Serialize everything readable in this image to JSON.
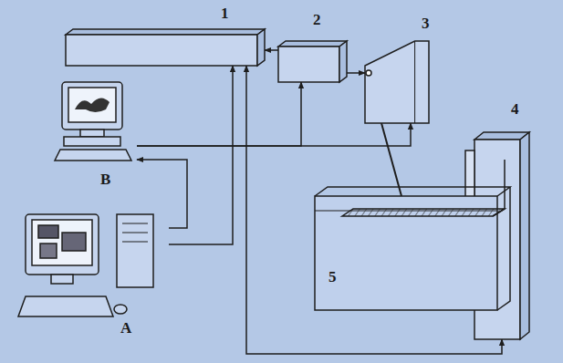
{
  "diagram": {
    "nodes": [
      {
        "text": [
          "1"
        ]
      },
      {
        "text": [
          "2"
        ]
      },
      {
        "text": [
          "3"
        ]
      },
      {
        "text": [
          "4"
        ]
      },
      {
        "text": [
          "5"
        ]
      },
      {
        "text": [
          "B"
        ]
      },
      {
        "text": [
          "A"
        ]
      }
    ],
    "edges": [
      {
        "from": 1,
        "to": 0,
        "arrow": "to"
      },
      {
        "from": 1,
        "to": 2,
        "arrow": "to"
      },
      {
        "from": 2,
        "to": 4,
        "arrow": "none"
      },
      {
        "from": 5,
        "to": 1,
        "arrow": "to"
      },
      {
        "from": 5,
        "to": 2,
        "arrow": "to"
      },
      {
        "from": 6,
        "to": 5,
        "arrow": "to"
      },
      {
        "from": 6,
        "to": 0,
        "arrow": "to"
      },
      {
        "from": 0,
        "to": 3,
        "arrow": "both"
      }
    ]
  }
}
